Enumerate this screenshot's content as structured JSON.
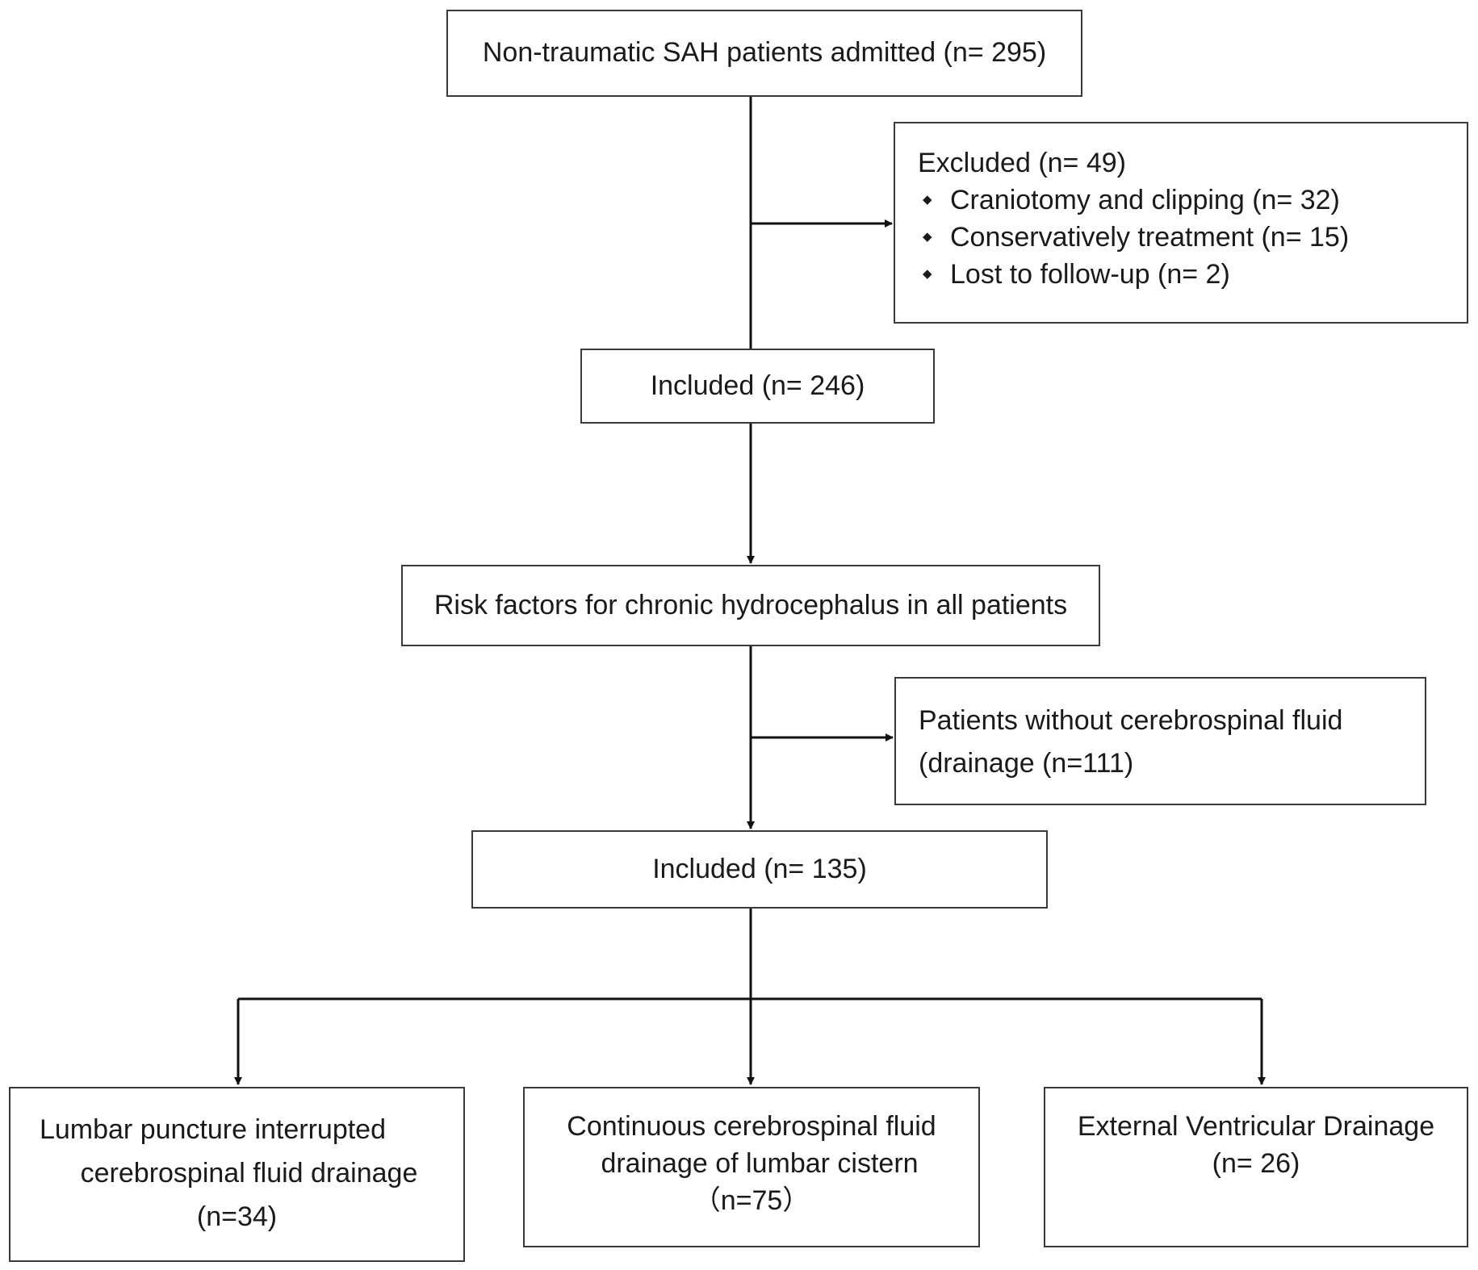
{
  "flowchart": {
    "admitted": "Non-traumatic SAH patients admitted (n= 295)",
    "excluded": {
      "title": "Excluded (n= 49)",
      "items": [
        "Craniotomy and clipping (n= 32)",
        "Conservatively treatment (n= 15)",
        "Lost to follow-up (n= 2)"
      ]
    },
    "included_1": "Included (n= 246)",
    "risk_factors": "Risk factors for chronic hydrocephalus in all patients",
    "without_drainage": {
      "line1": "Patients without cerebrospinal fluid",
      "line2": "(drainage (n=111)"
    },
    "included_2": "Included (n= 135)",
    "groups": {
      "lumbar_puncture": {
        "line1": "Lumbar puncture interrupted",
        "line2": "cerebrospinal fluid drainage",
        "line3": "(n=34)"
      },
      "continuous_drainage": {
        "line1": "Continuous cerebrospinal fluid",
        "line2": "drainage of lumbar cistern",
        "line3": "（n=75）"
      },
      "evd": {
        "line1": "External Ventricular Drainage",
        "line2": "(n= 26)"
      }
    }
  }
}
